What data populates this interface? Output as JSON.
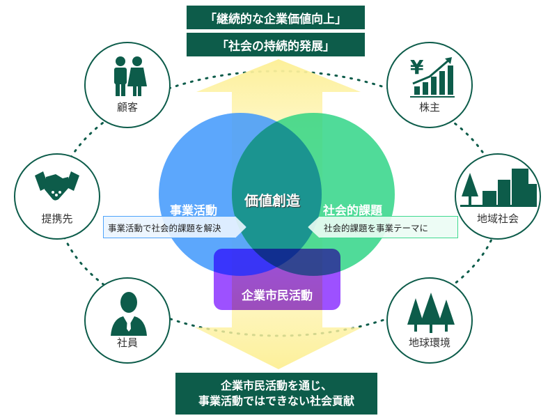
{
  "top_labels": [
    "「継続的な企業価値向上」",
    "「社会の持続的発展」"
  ],
  "bottom_label": [
    "企業市民活動を通じ、",
    "事業活動ではできない社会貢献"
  ],
  "venn": {
    "business": "事業活動",
    "social": "社会的課題",
    "center": "価値創造",
    "citizen": "企業市民活動"
  },
  "callouts": {
    "left": "事業活動で社会的課題を解決",
    "right": "社会的課題を事業テーマに"
  },
  "stakeholders": [
    {
      "label": "顧客",
      "icon": "couple-icon"
    },
    {
      "label": "株主",
      "icon": "yen-growth-chart-icon"
    },
    {
      "label": "提携先",
      "icon": "handshake-icon"
    },
    {
      "label": "地域社会",
      "icon": "city-icon"
    },
    {
      "label": "社員",
      "icon": "businessman-icon"
    },
    {
      "label": "地球環境",
      "icon": "trees-icon"
    }
  ],
  "colors": {
    "dark_green": "#0d5c4a",
    "blue": "#4ea3fb",
    "green": "#3ed98f",
    "purple": "#9a4dff",
    "yellow": "#fdf3a8"
  }
}
